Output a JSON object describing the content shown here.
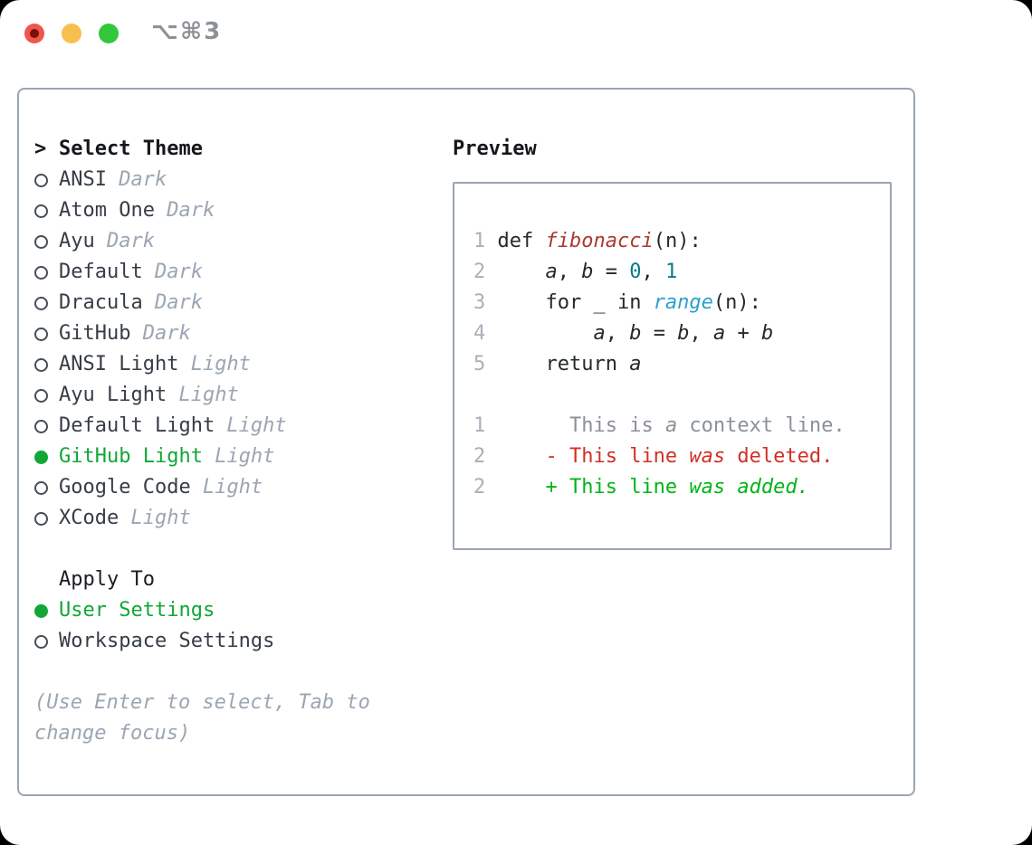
{
  "window": {
    "title": "⌥⌘3"
  },
  "select_theme": {
    "cursor": ">",
    "label": "Select Theme"
  },
  "themes": [
    {
      "name": "ANSI",
      "variant": "Dark",
      "selected": false
    },
    {
      "name": "Atom One",
      "variant": "Dark",
      "selected": false
    },
    {
      "name": "Ayu",
      "variant": "Dark",
      "selected": false
    },
    {
      "name": "Default",
      "variant": "Dark",
      "selected": false
    },
    {
      "name": "Dracula",
      "variant": "Dark",
      "selected": false
    },
    {
      "name": "GitHub",
      "variant": "Dark",
      "selected": false
    },
    {
      "name": "ANSI Light",
      "variant": "Light",
      "selected": false
    },
    {
      "name": "Ayu Light",
      "variant": "Light",
      "selected": false
    },
    {
      "name": "Default Light",
      "variant": "Light",
      "selected": false
    },
    {
      "name": "GitHub Light",
      "variant": "Light",
      "selected": true
    },
    {
      "name": "Google Code",
      "variant": "Light",
      "selected": false
    },
    {
      "name": "XCode",
      "variant": "Light",
      "selected": false
    }
  ],
  "apply_to": {
    "label": "Apply To",
    "options": [
      {
        "label": "User Settings",
        "selected": true
      },
      {
        "label": "Workspace Settings",
        "selected": false
      }
    ]
  },
  "hint": {
    "lines": [
      "(Use Enter to select, Tab to",
      "change focus)"
    ]
  },
  "preview": {
    "label": "Preview",
    "code": {
      "lines": [
        [
          [
            "1 ",
            "ln"
          ],
          [
            "def ",
            "k"
          ],
          [
            "fibonacci",
            "fn"
          ],
          [
            "(n):",
            "k"
          ]
        ],
        [
          [
            "2 ",
            "ln"
          ],
          [
            "    ",
            "k"
          ],
          [
            "a",
            "id"
          ],
          [
            ", ",
            "k"
          ],
          [
            "b",
            "id"
          ],
          [
            " = ",
            "k"
          ],
          [
            "0",
            "nm"
          ],
          [
            ", ",
            "k"
          ],
          [
            "1",
            "nm"
          ]
        ],
        [
          [
            "3 ",
            "ln"
          ],
          [
            "    for _ in ",
            "k"
          ],
          [
            "range",
            "call"
          ],
          [
            "(n):",
            "k"
          ]
        ],
        [
          [
            "4 ",
            "ln"
          ],
          [
            "        ",
            "k"
          ],
          [
            "a",
            "id"
          ],
          [
            ", ",
            "k"
          ],
          [
            "b",
            "id"
          ],
          [
            " = ",
            "k"
          ],
          [
            "b",
            "id"
          ],
          [
            ", ",
            "k"
          ],
          [
            "a",
            "id"
          ],
          [
            " + ",
            "k"
          ],
          [
            "b",
            "id"
          ]
        ],
        [
          [
            "5 ",
            "ln"
          ],
          [
            "    return ",
            "k"
          ],
          [
            "a",
            "id"
          ]
        ],
        [],
        [
          [
            "1 ",
            "ln"
          ],
          [
            "      This is ",
            "ctx"
          ],
          [
            "a",
            "ctx-it"
          ],
          [
            " context line.",
            "ctx"
          ]
        ],
        [
          [
            "2 ",
            "ln"
          ],
          [
            "    - This line ",
            "del"
          ],
          [
            "was",
            "del-it"
          ],
          [
            " deleted.",
            "del"
          ]
        ],
        [
          [
            "2 ",
            "ln"
          ],
          [
            "    + This line ",
            "add"
          ],
          [
            "was",
            "add-it"
          ],
          [
            " ",
            "add"
          ],
          [
            "added.",
            "add-it"
          ]
        ]
      ]
    }
  },
  "colors": {
    "selected_green": "#10a737",
    "added_green": "#00b417",
    "deleted_red": "#cf3124",
    "function_red": "#a93a31",
    "number_teal": "#0a7b83",
    "call_blue": "#2f9fd0",
    "muted_gray": "#9ba6b2",
    "border_gray": "#9aa5b1",
    "traffic_red": "#f0564c",
    "traffic_yellow": "#f7bf4f",
    "traffic_green": "#33c73c"
  }
}
